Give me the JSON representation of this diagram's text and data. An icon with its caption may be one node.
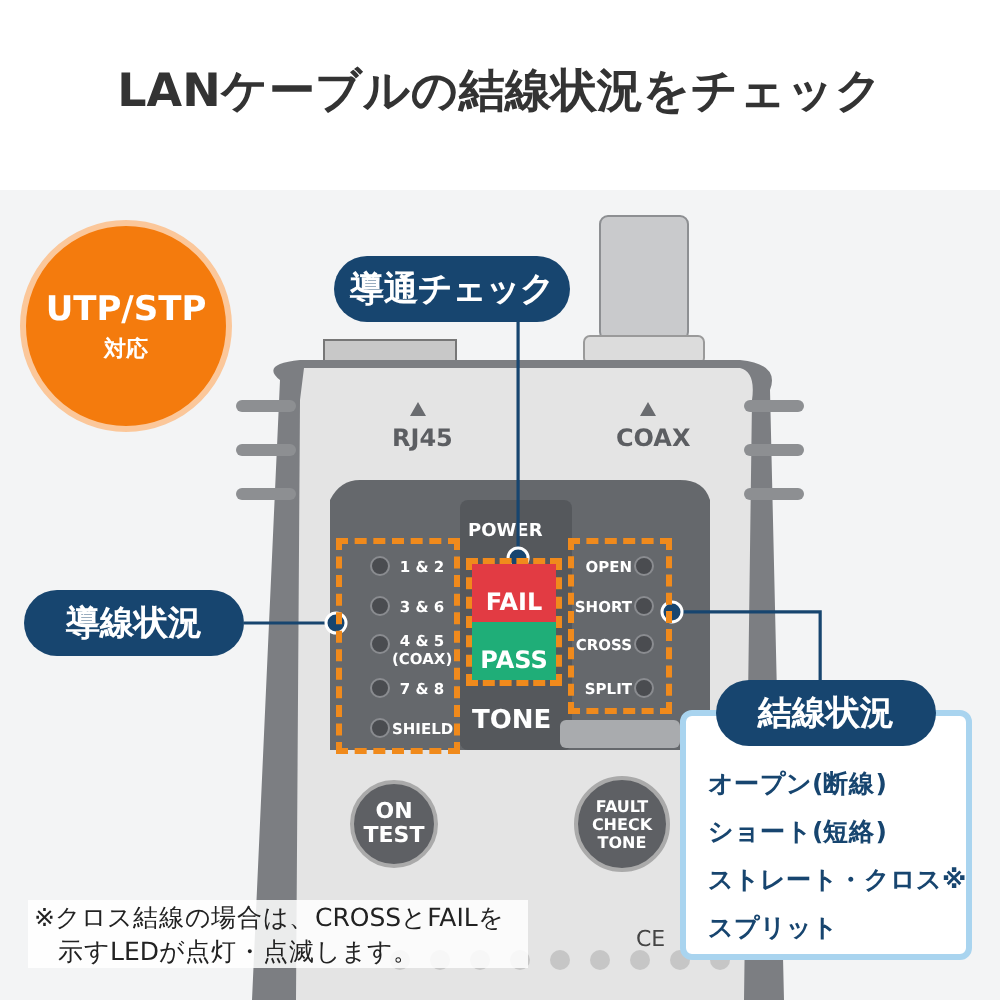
{
  "diagram": {
    "title": "LANケーブルの結線状況をチェック",
    "nodes": [
      {
        "text": [
          "UTP/STP",
          "対応"
        ]
      },
      {
        "text": [
          "導通チェック"
        ]
      },
      {
        "text": [
          "導線状況"
        ]
      },
      {
        "text": [
          "1 & 2",
          "3 & 6",
          "4 & 5 (COAX)",
          "7 & 8",
          "SHIELD"
        ]
      },
      {
        "text": [
          "FAIL",
          "PASS"
        ]
      },
      {
        "text": [
          "OPEN",
          "SHORT",
          "CROSS",
          "SPLIT"
        ]
      },
      {
        "text": [
          "結線状況",
          "オープン(断線)",
          "ショート(短絡)",
          "ストレート・クロス※",
          "スプリット"
        ]
      }
    ],
    "edges": [
      {
        "from": 1,
        "to": 4,
        "arrow": "other"
      },
      {
        "from": 2,
        "to": 3,
        "arrow": "other"
      },
      {
        "from": 6,
        "to": 5,
        "arrow": "other"
      }
    ],
    "labels": [
      "RJ45",
      "COAX",
      "POWER",
      "TONE",
      "ON TEST",
      "FAULT CHECK TONE",
      "※クロス結線の場合は、CROSSとFAILを示すLEDが点灯・点滅します。",
      "CE"
    ]
  }
}
